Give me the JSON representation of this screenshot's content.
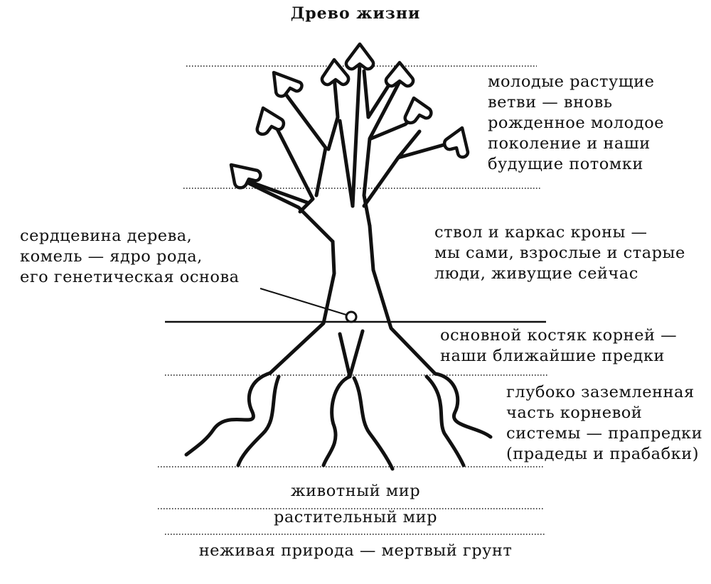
{
  "title": "Древо жизни",
  "labels": {
    "branches": "молодые растущие\nветви — вновь\nрожденное молодое\nпоколение и наши\nбудущие потомки",
    "heartwood": "сердцевина дерева,\nкомель — ядро рода,\nего генетическая основа",
    "trunk": "ствол и каркас кроны —\nмы сами, взрослые и старые\nлюди, живущие сейчас",
    "roots_main": "основной костяк корней —\nнаши ближайшие предки",
    "roots_deep": "глубоко заземленная\nчасть корневой\nсистемы — прапредки\n(прадеды и прабабки)",
    "animal": "животный мир",
    "plant": "растительный мир",
    "inanimate": "неживая природа — мертвый грунт"
  }
}
